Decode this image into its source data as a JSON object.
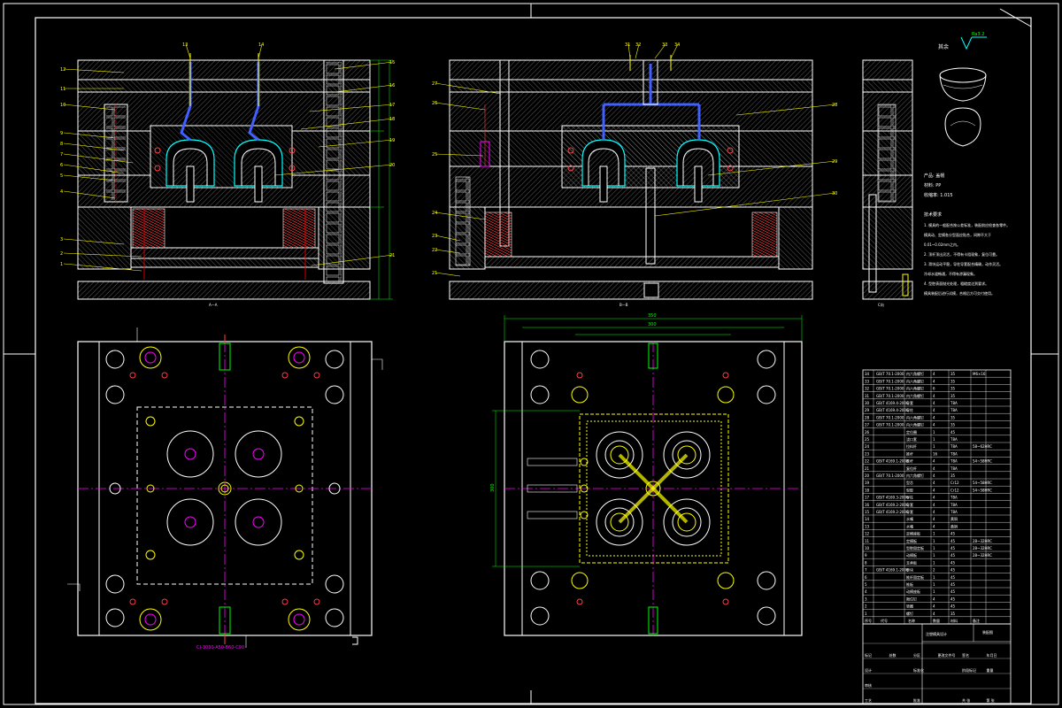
{
  "drawing": {
    "title_block": {
      "part_title": "注塑模具设计",
      "drawing_name": "装配图",
      "scale_label": "比例",
      "sheet_label": "共张 第张"
    },
    "product_info": {
      "product_name": "产品: 盖帽",
      "material": "材料: PP",
      "shrinkage": "收缩率: 1.015",
      "roughness_label": "其余",
      "roughness_value": "Ra3.2"
    },
    "tech_requirements": {
      "heading": "技术要求",
      "lines": [
        "1. 模具的一般配合按公差标准，装配前应检查各零件。",
        "模具动、定模各分型面应贴合，间隙不大于",
        "0.01~0.02mm之内。",
        "2. 顶杆顶出灵活，不得有卡阻现象，复位可靠。",
        "3. 滑块运动平稳，导柱导套配合精确，动作灵活。",
        "冷却水道畅通，不得有渗漏现象。",
        "4. 型腔表面抛光处理，粗糙度达到要求。",
        "模具装配后进行试模，合格后方可交付使用。"
      ]
    },
    "view_labels": {
      "section_a": "A—A",
      "section_b": "B—B",
      "view_c": "C向",
      "mold_base_spec": "CI-3030-A50-B60-C90"
    },
    "part_numbers_left": [
      "12",
      "11",
      "10",
      "9",
      "8",
      "7",
      "6",
      "5",
      "4",
      "3",
      "2",
      "1",
      "13",
      "14",
      "15",
      "16",
      "17",
      "18",
      "19",
      "20",
      "21"
    ],
    "part_numbers_mid": [
      "27",
      "26",
      "25",
      "24",
      "23",
      "22",
      "21",
      "28",
      "29",
      "30",
      "31",
      "32",
      "33",
      "34"
    ],
    "dimensions": {
      "overall_width": "350",
      "inner_width": "300",
      "overall_height": "300"
    },
    "bom_header": [
      "序号",
      "代号",
      "名称",
      "数量",
      "材料",
      "备注"
    ],
    "bom_rows": [
      [
        "34",
        "GB/T 70.1-2000",
        "内六角螺钉",
        "4",
        "35",
        "M6×16"
      ],
      [
        "33",
        "GB/T 70.1-2000",
        "内六角螺钉",
        "4",
        "35",
        ""
      ],
      [
        "32",
        "GB/T 70.1-2000",
        "内六角螺钉",
        "6",
        "35",
        ""
      ],
      [
        "31",
        "GB/T 70.1-2000",
        "内六角螺钉",
        "4",
        "35",
        ""
      ],
      [
        "30",
        "GB/T 4169.4-2006",
        "导套",
        "4",
        "T8A",
        ""
      ],
      [
        "29",
        "GB/T 4169.4-2006",
        "导柱",
        "4",
        "T8A",
        ""
      ],
      [
        "28",
        "GB/T 70.1-2000",
        "内六角螺钉",
        "4",
        "35",
        ""
      ],
      [
        "27",
        "GB/T 70.1-2000",
        "内六角螺钉",
        "4",
        "35",
        ""
      ],
      [
        "26",
        "",
        "定位圈",
        "1",
        "45",
        ""
      ],
      [
        "25",
        "",
        "浇口套",
        "1",
        "T8A",
        ""
      ],
      [
        "24",
        "",
        "拉料杆",
        "1",
        "T8A",
        "58~62HRC"
      ],
      [
        "23",
        "",
        "推杆",
        "16",
        "T8A",
        ""
      ],
      [
        "22",
        "GB/T 4169.1-2006",
        "推杆",
        "4",
        "T8A",
        "54~58HRC"
      ],
      [
        "21",
        "",
        "复位杆",
        "4",
        "T8A",
        ""
      ],
      [
        "20",
        "GB/T 70.1-2000",
        "内六角螺钉",
        "4",
        "35",
        ""
      ],
      [
        "19",
        "",
        "型芯",
        "4",
        "Cr12",
        "54~58HRC"
      ],
      [
        "18",
        "",
        "型腔",
        "4",
        "Cr12",
        "54~58HRC"
      ],
      [
        "17",
        "GB/T 4169.3-2006",
        "导柱",
        "4",
        "T8A",
        ""
      ],
      [
        "16",
        "GB/T 4169.2-2006",
        "导套",
        "4",
        "T8A",
        ""
      ],
      [
        "15",
        "GB/T 4169.2-2006",
        "导套",
        "4",
        "T8A",
        ""
      ],
      [
        "14",
        "",
        "水嘴",
        "4",
        "黄铜",
        ""
      ],
      [
        "13",
        "",
        "水嘴",
        "4",
        "黄铜",
        ""
      ],
      [
        "12",
        "",
        "定模座板",
        "1",
        "45",
        ""
      ],
      [
        "11",
        "",
        "定模板",
        "1",
        "45",
        "28~32HRC"
      ],
      [
        "10",
        "",
        "型腔固定板",
        "1",
        "45",
        "28~32HRC"
      ],
      [
        "9",
        "",
        "动模板",
        "1",
        "45",
        "28~32HRC"
      ],
      [
        "8",
        "",
        "支承板",
        "1",
        "45",
        ""
      ],
      [
        "7",
        "GB/T 4169.1-2006",
        "垫块",
        "2",
        "45",
        ""
      ],
      [
        "6",
        "",
        "推杆固定板",
        "1",
        "45",
        ""
      ],
      [
        "5",
        "",
        "推板",
        "1",
        "45",
        ""
      ],
      [
        "4",
        "",
        "动模座板",
        "1",
        "45",
        ""
      ],
      [
        "3",
        "",
        "限位钉",
        "4",
        "45",
        ""
      ],
      [
        "2",
        "",
        "垫圈",
        "4",
        "45",
        ""
      ],
      [
        "1",
        "",
        "螺钉",
        "4",
        "35",
        ""
      ]
    ],
    "title_block_rows": [
      [
        "标记",
        "处数",
        "分区",
        "更改文件号",
        "签名",
        "年月日"
      ],
      [
        "设计",
        "",
        "标准化",
        "",
        "阶段标记",
        "重量"
      ],
      [
        "审核",
        "",
        "",
        "",
        "",
        ""
      ],
      [
        "工艺",
        "",
        "批准",
        "",
        "共 张",
        "第 张"
      ]
    ]
  },
  "colors": {
    "background": "#000000",
    "lines": "#ffffff",
    "hatch": "#b0b0b0",
    "centerline": "#ff00ff",
    "leader": "#ffff00",
    "green": "#00ff00",
    "cyan": "#00ffff",
    "blue": "#4060ff",
    "red": "#ff0000"
  }
}
